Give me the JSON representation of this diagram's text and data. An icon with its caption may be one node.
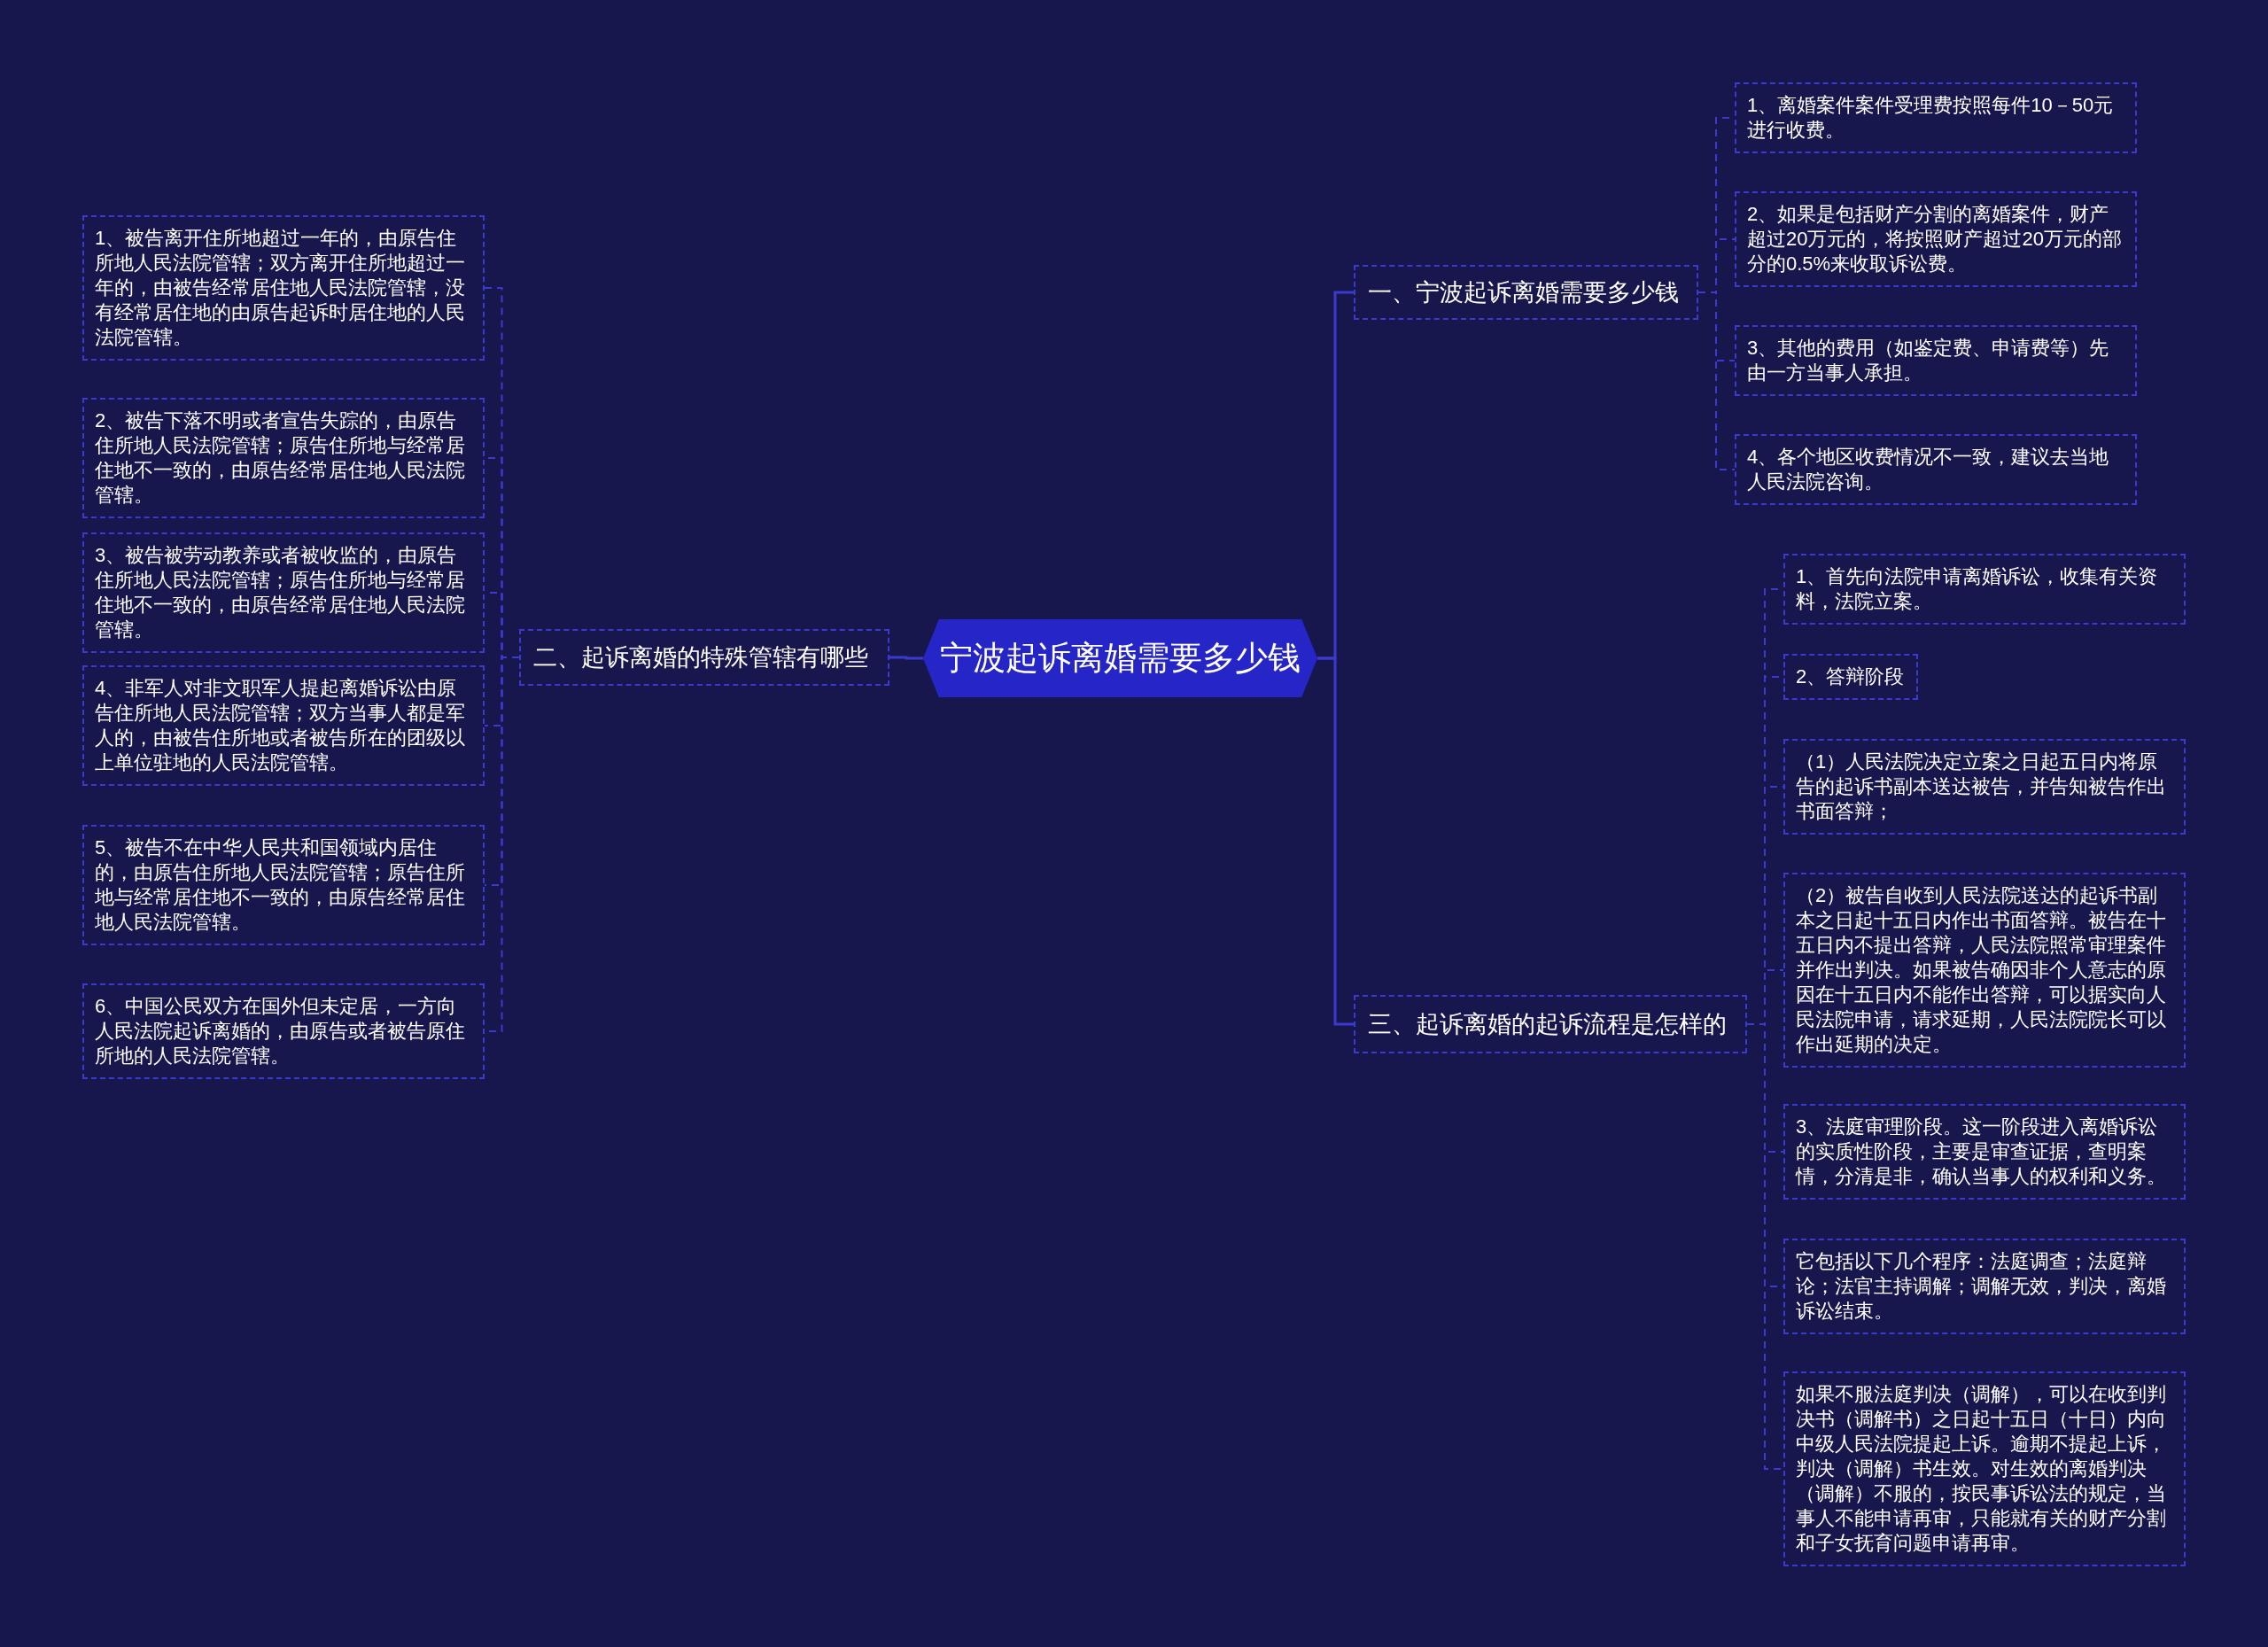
{
  "diagram": {
    "nodes": [
      {
        "text": [
          "宁波起诉离婚需要多少钱"
        ]
      },
      {
        "text": [
          "一、宁波起诉离婚需要多少钱"
        ]
      },
      {
        "text": [
          "1、离婚案件案件受理费按照每件10－50元进行收费。"
        ]
      },
      {
        "text": [
          "2、如果是包括财产分割的离婚案件，财产超过20万元的，将按照财产超过20万元的部分的0.5%来收取诉讼费。"
        ]
      },
      {
        "text": [
          "3、其他的费用（如鉴定费、申请费等）先由一方当事人承担。"
        ]
      },
      {
        "text": [
          "4、各个地区收费情况不一致，建议去当地人民法院咨询。"
        ]
      },
      {
        "text": [
          "二、起诉离婚的特殊管辖有哪些"
        ]
      },
      {
        "text": [
          "1、被告离开住所地超过一年的，由原告住所地人民法院管辖；双方离开住所地超过一年的，由被告经常居住地人民法院管辖，没有经常居住地的由原告起诉时居住地的人民法院管辖。"
        ]
      },
      {
        "text": [
          "2、被告下落不明或者宣告失踪的，由原告住所地人民法院管辖；原告住所地与经常居住地不一致的，由原告经常居住地人民法院管辖。"
        ]
      },
      {
        "text": [
          "3、被告被劳动教养或者被收监的，由原告住所地人民法院管辖；原告住所地与经常居住地不一致的，由原告经常居住地人民法院管辖。"
        ]
      },
      {
        "text": [
          "4、非军人对非文职军人提起离婚诉讼由原告住所地人民法院管辖；双方当事人都是军人的，由被告住所地或者被告所在的团级以上单位驻地的人民法院管辖。"
        ]
      },
      {
        "text": [
          "5、被告不在中华人民共和国领域内居住的，由原告住所地人民法院管辖；原告住所地与经常居住地不一致的，由原告经常居住地人民法院管辖。"
        ]
      },
      {
        "text": [
          "6、中国公民双方在国外但未定居，一方向人民法院起诉离婚的，由原告或者被告原住所地的人民法院管辖。"
        ]
      },
      {
        "text": [
          "三、起诉离婚的起诉流程是怎样的"
        ]
      },
      {
        "text": [
          "1、首先向法院申请离婚诉讼，收集有关资料，法院立案。"
        ]
      },
      {
        "text": [
          "2、答辩阶段"
        ]
      },
      {
        "text": [
          "（1）人民法院决定立案之日起五日内将原告的起诉书副本送达被告，并告知被告作出书面答辩；"
        ]
      },
      {
        "text": [
          "（2）被告自收到人民法院送达的起诉书副本之日起十五日内作出书面答辩。被告在十五日内不提出答辩，人民法院照常审理案件并作出判决。如果被告确因非个人意志的原因在十五日内不能作出答辩，可以据实向人民法院申请，请求延期，人民法院院长可以作出延期的决定。"
        ]
      },
      {
        "text": [
          "3、法庭审理阶段。这一阶段进入离婚诉讼的实质性阶段，主要是审查证据，查明案情，分清是非，确认当事人的权利和义务。"
        ]
      },
      {
        "text": [
          "它包括以下几个程序：法庭调查；法庭辩论；法官主持调解；调解无效，判决，离婚诉讼结束。"
        ]
      },
      {
        "text": [
          "如果不服法庭判决（调解），可以在收到判决书（调解书）之日起十五日（十日）内向中级人民法院提起上诉。逾期不提起上诉，判决（调解）书生效。对生效的离婚判决（调解）不服的，按民事诉讼法的规定，当事人不能申请再审，只能就有关的财产分割和子女抚育问题申请再审。"
        ]
      }
    ],
    "edges": [
      {
        "from": 0,
        "to": 1,
        "arrow": "none"
      },
      {
        "from": 1,
        "to": 2,
        "arrow": "none",
        "style": "dashed"
      },
      {
        "from": 1,
        "to": 3,
        "arrow": "none",
        "style": "dashed"
      },
      {
        "from": 1,
        "to": 4,
        "arrow": "none",
        "style": "dashed"
      },
      {
        "from": 1,
        "to": 5,
        "arrow": "none",
        "style": "dashed"
      },
      {
        "from": 0,
        "to": 6,
        "arrow": "none"
      },
      {
        "from": 6,
        "to": 7,
        "arrow": "none",
        "style": "dashed"
      },
      {
        "from": 6,
        "to": 8,
        "arrow": "none",
        "style": "dashed"
      },
      {
        "from": 6,
        "to": 9,
        "arrow": "none",
        "style": "dashed"
      },
      {
        "from": 6,
        "to": 10,
        "arrow": "none",
        "style": "dashed"
      },
      {
        "from": 6,
        "to": 11,
        "arrow": "none",
        "style": "dashed"
      },
      {
        "from": 6,
        "to": 12,
        "arrow": "none",
        "style": "dashed"
      },
      {
        "from": 0,
        "to": 13,
        "arrow": "none"
      },
      {
        "from": 13,
        "to": 14,
        "arrow": "none",
        "style": "dashed"
      },
      {
        "from": 13,
        "to": 15,
        "arrow": "none",
        "style": "dashed"
      },
      {
        "from": 13,
        "to": 16,
        "arrow": "none",
        "style": "dashed"
      },
      {
        "from": 13,
        "to": 17,
        "arrow": "none",
        "style": "dashed"
      },
      {
        "from": 13,
        "to": 18,
        "arrow": "none",
        "style": "dashed"
      },
      {
        "from": 13,
        "to": 19,
        "arrow": "none",
        "style": "dashed"
      },
      {
        "from": 13,
        "to": 20,
        "arrow": "none",
        "style": "dashed"
      }
    ]
  }
}
